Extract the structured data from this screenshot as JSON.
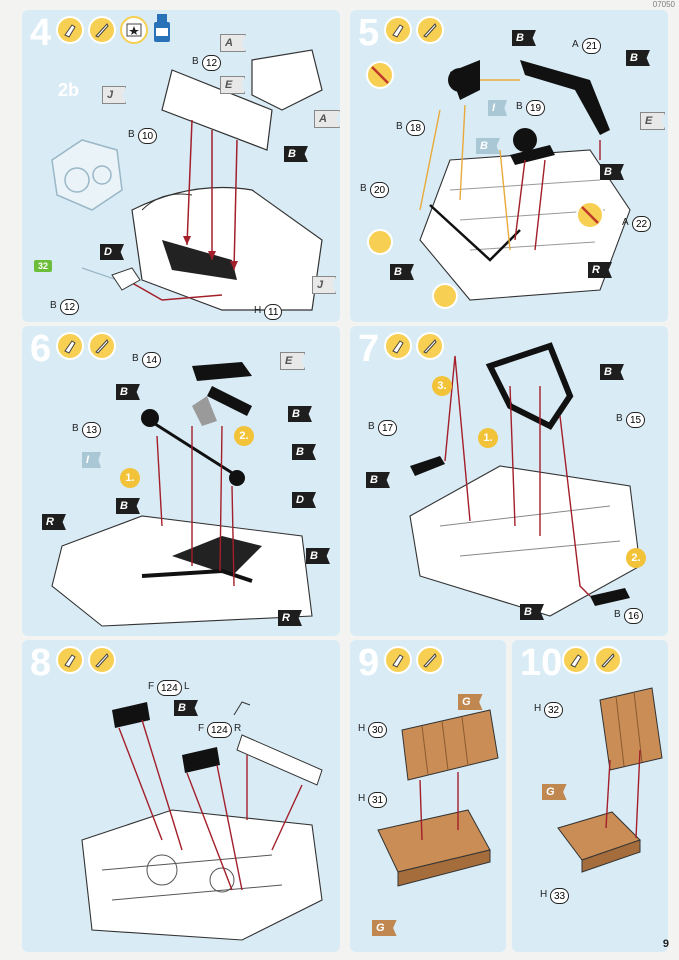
{
  "corner_code": "07050",
  "page_number": "9",
  "icons": {
    "glue": "glue-tube-icon",
    "brush": "paint-brush-icon",
    "decal": "decal-icon",
    "paint_bottle": "paint-bottle-icon"
  },
  "colors": {
    "panel": "#d9ecf6",
    "icon_yellow": "#f7cf52",
    "seat_tan": "#c98d55",
    "arrow_red": "#a31f2a",
    "arrow_orange": "#e9a93a"
  },
  "step4": {
    "number": "4",
    "sub": "2b",
    "chip": "32",
    "parts": [
      {
        "letter": "B",
        "num": "12"
      },
      {
        "letter": "B",
        "num": "10"
      },
      {
        "letter": "B",
        "num": "12"
      },
      {
        "letter": "H",
        "num": "11"
      }
    ],
    "flags": [
      "A",
      "E",
      "A",
      "B",
      "J",
      "D",
      "J"
    ]
  },
  "step5": {
    "number": "5",
    "parts": [
      {
        "letter": "A",
        "num": "21"
      },
      {
        "letter": "B",
        "num": "19"
      },
      {
        "letter": "B",
        "num": "18"
      },
      {
        "letter": "B",
        "num": "20"
      },
      {
        "letter": "A",
        "num": "22"
      }
    ],
    "flags": [
      "B",
      "B",
      "I",
      "B",
      "E",
      "B",
      "B",
      "R"
    ]
  },
  "step6": {
    "number": "6",
    "subs": [
      "1.",
      "2."
    ],
    "parts": [
      {
        "letter": "B",
        "num": "14"
      },
      {
        "letter": "B",
        "num": "13"
      }
    ],
    "flags": [
      "E",
      "B",
      "B",
      "B",
      "I",
      "B",
      "R",
      "D",
      "B",
      "R"
    ]
  },
  "step7": {
    "number": "7",
    "subs": [
      "3.",
      "1.",
      "2."
    ],
    "parts": [
      {
        "letter": "B",
        "num": "17"
      },
      {
        "letter": "B",
        "num": "15"
      },
      {
        "letter": "B",
        "num": "16"
      }
    ],
    "flags": [
      "B",
      "B",
      "B"
    ]
  },
  "step8": {
    "number": "8",
    "parts": [
      {
        "letter": "F",
        "num": "124",
        "side": "L"
      },
      {
        "letter": "F",
        "num": "124",
        "side": "R"
      }
    ],
    "flags": [
      "B"
    ]
  },
  "step9": {
    "number": "9",
    "parts": [
      {
        "letter": "H",
        "num": "30"
      },
      {
        "letter": "H",
        "num": "31"
      }
    ],
    "flags": [
      "G",
      "G"
    ]
  },
  "step10": {
    "number": "10",
    "parts": [
      {
        "letter": "H",
        "num": "32"
      },
      {
        "letter": "H",
        "num": "33"
      }
    ],
    "flags": [
      "G"
    ]
  }
}
